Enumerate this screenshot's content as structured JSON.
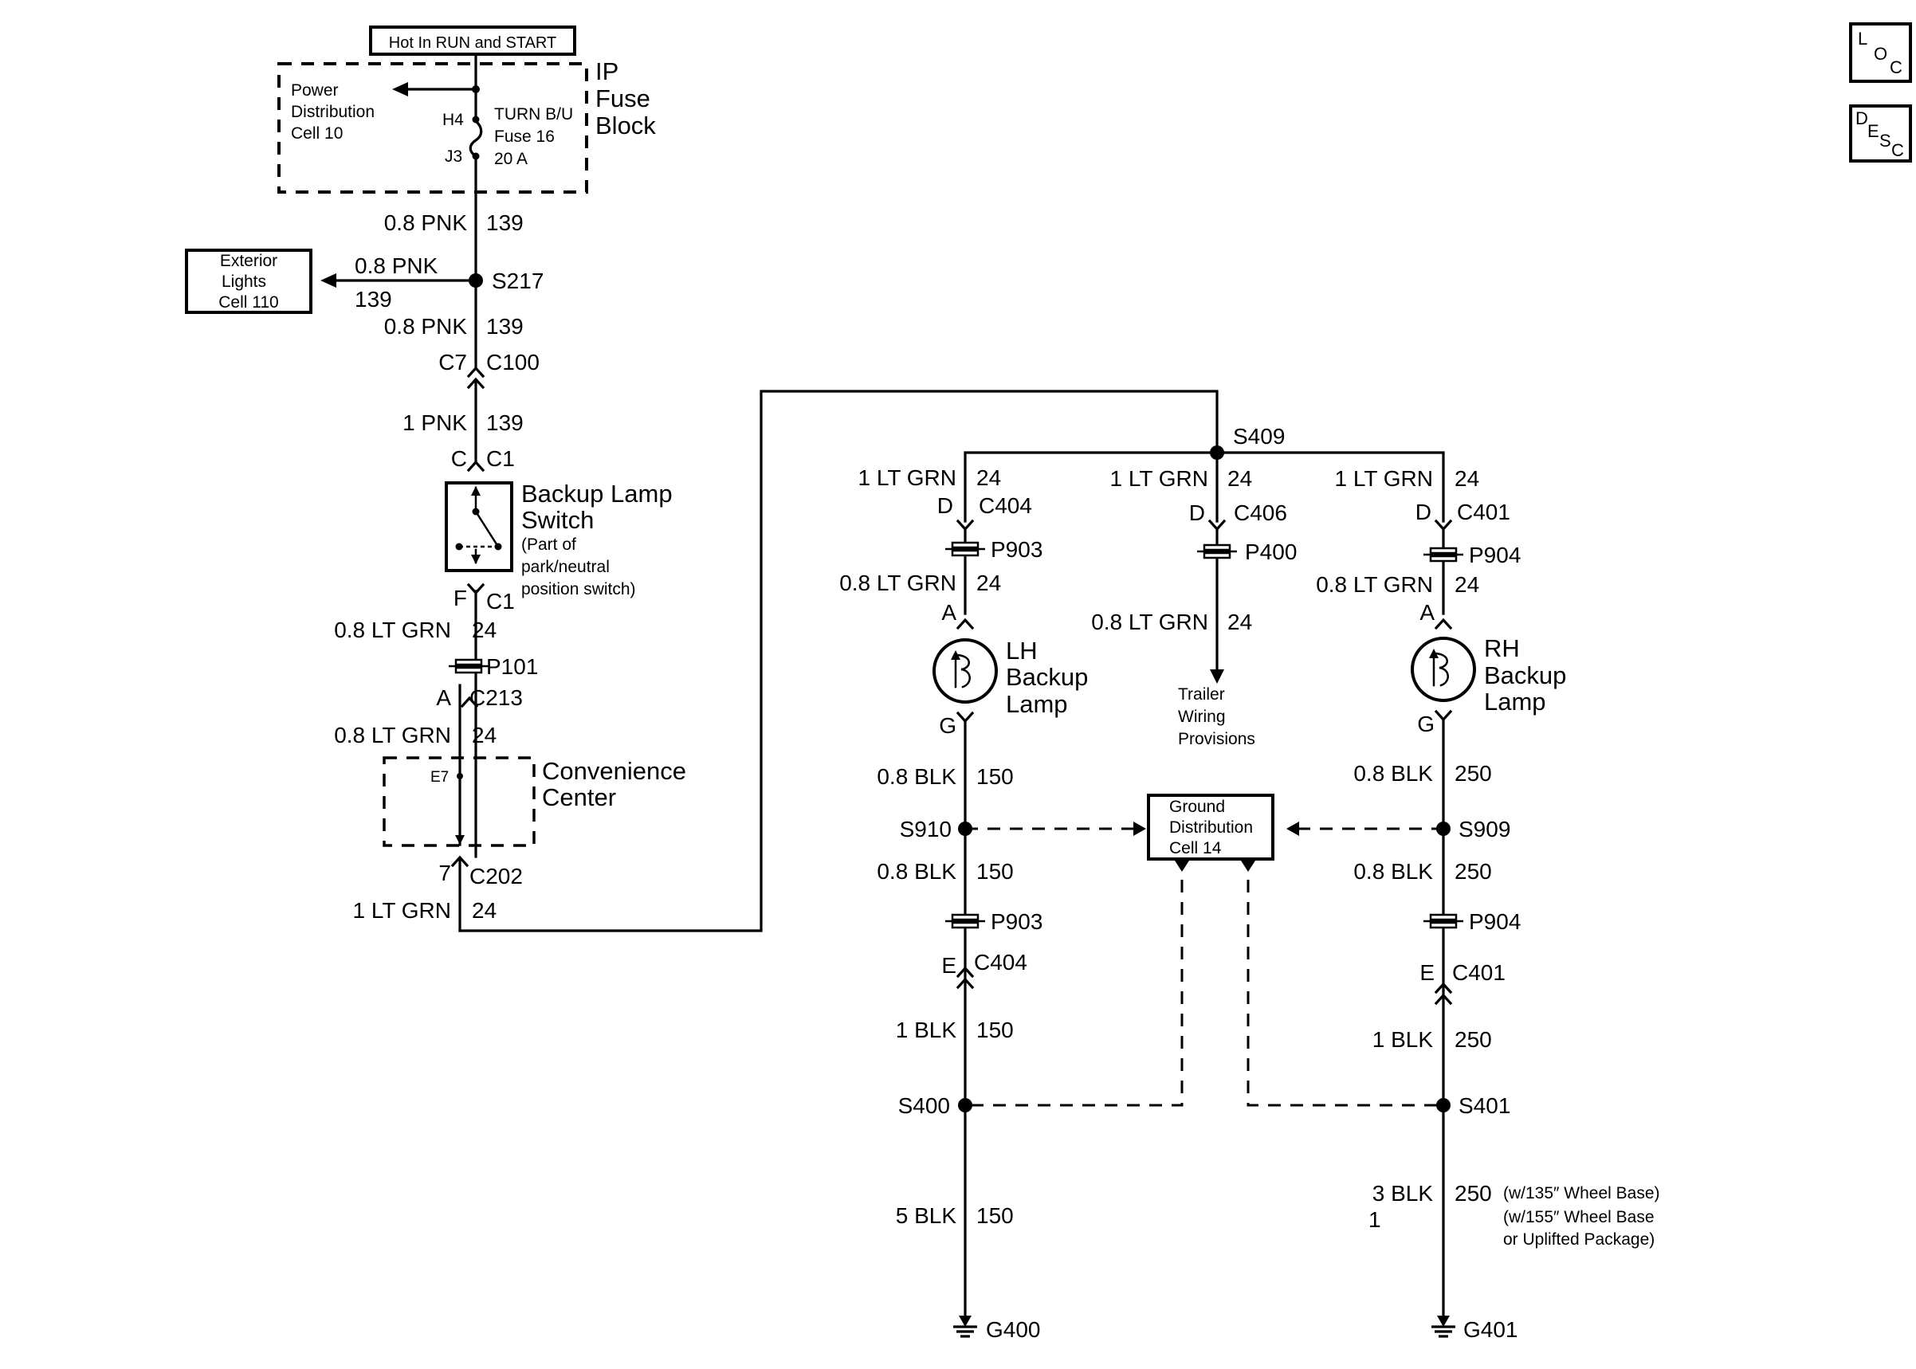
{
  "top": {
    "hot_label": "Hot In RUN and START"
  },
  "fuse_block": {
    "line1": "IP",
    "line2": "Fuse",
    "line3": "Block",
    "pdc_line1": "Power",
    "pdc_line2": "Distribution",
    "pdc_line3": "Cell 10",
    "pin_h4": "H4",
    "pin_j3": "J3",
    "fuse_line1": "TURN B/U",
    "fuse_line2": "Fuse 16",
    "fuse_line3": "20 A"
  },
  "ext_lights": {
    "line1": "Exterior",
    "line2": "Lights",
    "line3": "Cell 110"
  },
  "icons": {
    "loc_l": "L",
    "loc_o": "O",
    "loc_c": "C",
    "desc_d": "D",
    "desc_e": "E",
    "desc_s": "S",
    "desc_c": "C"
  },
  "left_column": {
    "w1_gauge": "0.8 PNK",
    "w1_circ": "139",
    "w2_gauge": "0.8 PNK",
    "w2_circ": "139",
    "splice_s217": "S217",
    "w3_gauge": "0.8 PNK",
    "w3_circ": "139",
    "c7": "C7",
    "c100": "C100",
    "w4_gauge": "1 PNK",
    "w4_circ": "139",
    "pin_c": "C",
    "c1_top": "C1",
    "switch_line1": "Backup Lamp",
    "switch_line2": "Switch",
    "switch_note1": "(Part of",
    "switch_note2": "park/neutral",
    "switch_note3": "position switch)",
    "pin_f": "F",
    "c1_bot": "C1",
    "w5_gauge": "0.8 LT GRN",
    "w5_circ": "24",
    "p101": "P101",
    "pin_a": "A",
    "c213": "C213",
    "w6_gauge": "0.8 LT GRN",
    "w6_circ": "24",
    "conv_line1": "Convenience",
    "conv_line2": "Center",
    "pin_e7": "E7",
    "pin_7": "7",
    "c202": "C202",
    "w7_gauge": "1 LT GRN",
    "w7_circ": "24"
  },
  "splice_s409": "S409",
  "lh": {
    "w1_gauge": "1 LT GRN",
    "w1_circ": "24",
    "pin_d": "D",
    "conn_top": "C404",
    "p903_top": "P903",
    "w2_gauge": "0.8 LT GRN",
    "w2_circ": "24",
    "pin_a": "A",
    "lamp_line1": "LH",
    "lamp_line2": "Backup",
    "lamp_line3": "Lamp",
    "pin_g": "G",
    "w3_gauge": "0.8 BLK",
    "w3_circ": "150",
    "splice_s910": "S910",
    "w4_gauge": "0.8 BLK",
    "w4_circ": "150",
    "p903_bot": "P903",
    "pin_e": "E",
    "conn_bot": "C404",
    "w5_gauge": "1 BLK",
    "w5_circ": "150",
    "splice_s400": "S400",
    "w6_gauge": "5 BLK",
    "w6_circ": "150",
    "ground": "G400"
  },
  "trailer": {
    "w1_gauge": "1 LT GRN",
    "w1_circ": "24",
    "pin_d": "D",
    "conn": "C406",
    "p400": "P400",
    "w2_gauge": "0.8 LT GRN",
    "w2_circ": "24",
    "line1": "Trailer",
    "line2": "Wiring",
    "line3": "Provisions"
  },
  "ground_dist": {
    "line1": "Ground",
    "line2": "Distribution",
    "line3": "Cell 14"
  },
  "rh": {
    "w1_gauge": "1 LT GRN",
    "w1_circ": "24",
    "pin_d": "D",
    "conn_top": "C401",
    "p904_top": "P904",
    "w2_gauge": "0.8 LT GRN",
    "w2_circ": "24",
    "pin_a": "A",
    "lamp_line1": "RH",
    "lamp_line2": "Backup",
    "lamp_line3": "Lamp",
    "pin_g": "G",
    "w3_gauge": "0.8 BLK",
    "w3_circ": "250",
    "splice_s909": "S909",
    "w4_gauge": "0.8 BLK",
    "w4_circ": "250",
    "p904_bot": "P904",
    "pin_e": "E",
    "conn_bot": "C401",
    "w5_gauge": "1 BLK",
    "w5_circ": "250",
    "splice_s401": "S401",
    "w6_gauge": "3 BLK",
    "w6_circ": "250",
    "w6_alt": "1",
    "note1": "(w/135″ Wheel Base)",
    "note2": "(w/155″ Wheel Base",
    "note3": "or Uplifted Package)",
    "ground": "G401"
  }
}
